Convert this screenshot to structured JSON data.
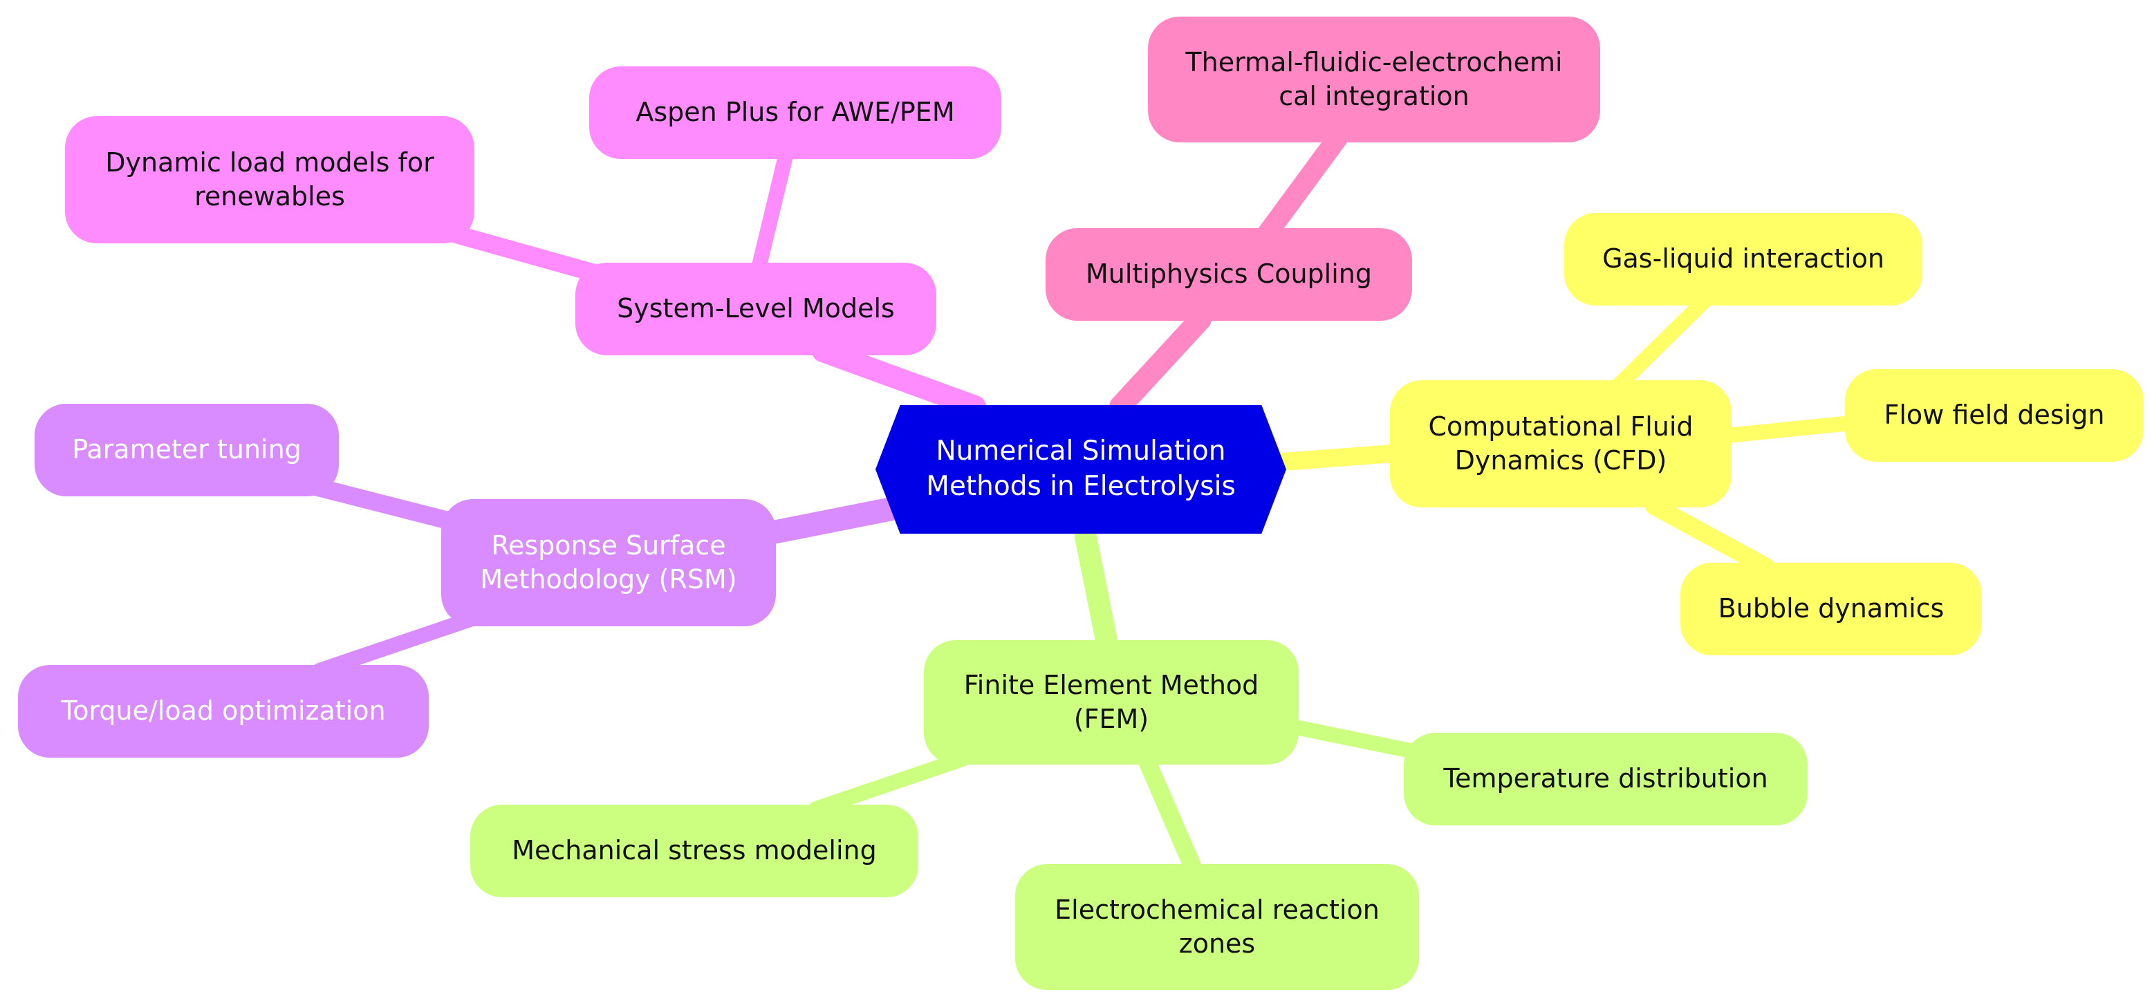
{
  "diagram": {
    "root": {
      "label": "Numerical Simulation\nMethods in Electrolysis"
    },
    "colors": {
      "root": "#0000e6",
      "fem": "#ccff80",
      "cfd": "#ffff66",
      "rsm": "#d98cff",
      "system": "#ff8cff",
      "multiphysics": "#ff88c4"
    },
    "branches": {
      "fem": {
        "label": "Finite Element Method\n(FEM)",
        "children": [
          "Mechanical stress modeling",
          "Electrochemical reaction\nzones",
          "Temperature distribution"
        ]
      },
      "cfd": {
        "label": "Computational Fluid\nDynamics (CFD)",
        "children": [
          "Gas-liquid interaction",
          "Flow field design",
          "Bubble dynamics"
        ]
      },
      "rsm": {
        "label": "Response Surface\nMethodology (RSM)",
        "children": [
          "Parameter tuning",
          "Torque/load optimization"
        ]
      },
      "system": {
        "label": "System-Level Models",
        "children": [
          "Aspen Plus for AWE/PEM",
          "Dynamic load models for\nrenewables"
        ]
      },
      "multiphysics": {
        "label": "Multiphysics Coupling",
        "children": [
          "Thermal-fluidic-electrochemi\ncal integration"
        ]
      }
    }
  }
}
